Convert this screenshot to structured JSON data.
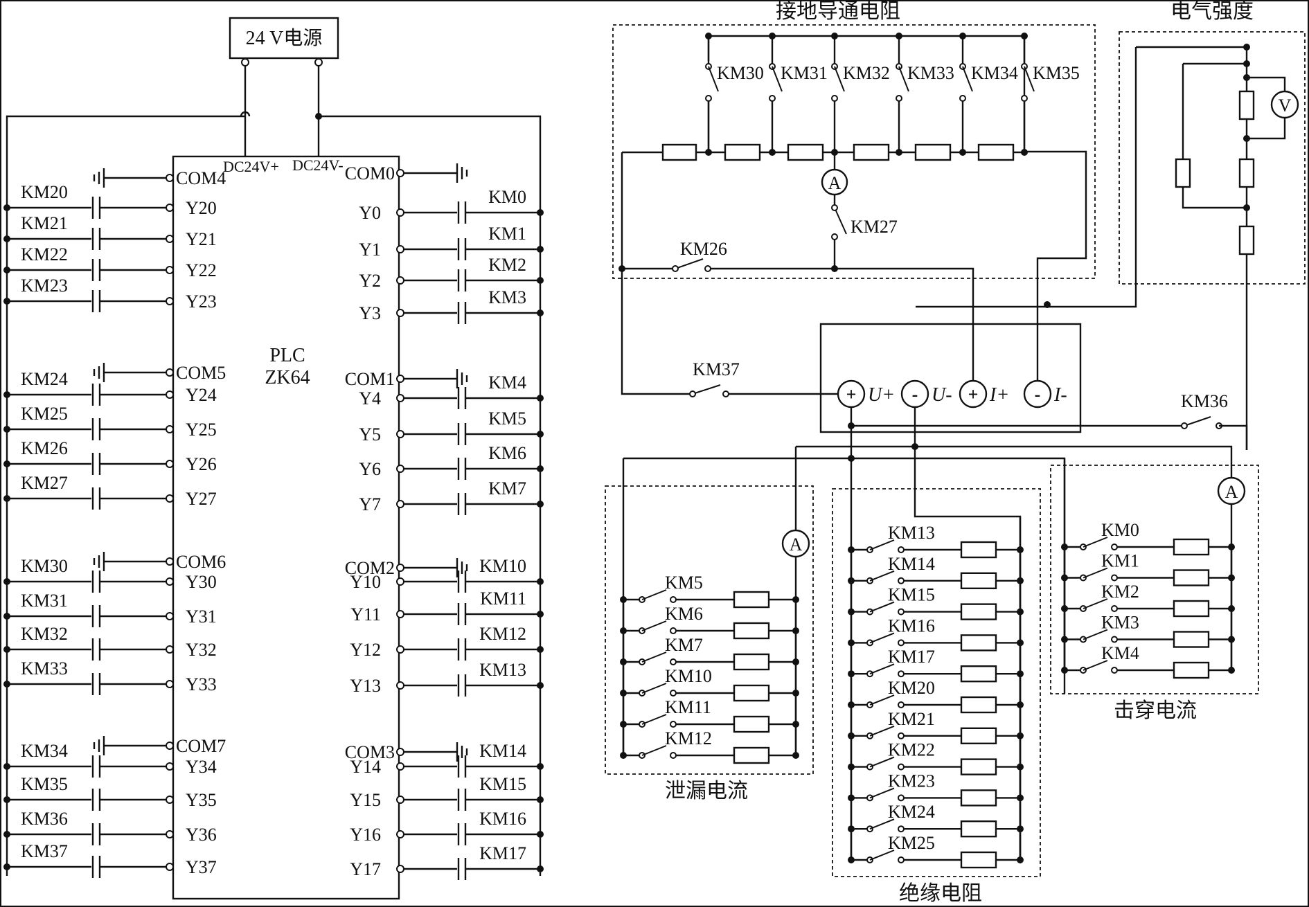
{
  "power": {
    "label": "24 V电源"
  },
  "plc": {
    "line1": "PLC",
    "line2": "ZK64",
    "dc_plus": "DC24V+",
    "dc_minus": "DC24V-",
    "left_commons": [
      "COM4",
      "COM5",
      "COM6",
      "COM7"
    ],
    "right_commons": [
      "COM0",
      "COM1",
      "COM2",
      "COM3"
    ],
    "left_groups": [
      {
        "com": "COM4",
        "ports": [
          {
            "port": "Y20",
            "relay": "KM20"
          },
          {
            "port": "Y21",
            "relay": "KM21"
          },
          {
            "port": "Y22",
            "relay": "KM22"
          },
          {
            "port": "Y23",
            "relay": "KM23"
          }
        ]
      },
      {
        "com": "COM5",
        "ports": [
          {
            "port": "Y24",
            "relay": "KM24"
          },
          {
            "port": "Y25",
            "relay": "KM25"
          },
          {
            "port": "Y26",
            "relay": "KM26"
          },
          {
            "port": "Y27",
            "relay": "KM27"
          }
        ]
      },
      {
        "com": "COM6",
        "ports": [
          {
            "port": "Y30",
            "relay": "KM30"
          },
          {
            "port": "Y31",
            "relay": "KM31"
          },
          {
            "port": "Y32",
            "relay": "KM32"
          },
          {
            "port": "Y33",
            "relay": "KM33"
          }
        ]
      },
      {
        "com": "COM7",
        "ports": [
          {
            "port": "Y34",
            "relay": "KM34"
          },
          {
            "port": "Y35",
            "relay": "KM35"
          },
          {
            "port": "Y36",
            "relay": "KM36"
          },
          {
            "port": "Y37",
            "relay": "KM37"
          }
        ]
      }
    ],
    "right_groups": [
      {
        "com": "COM0",
        "ports": [
          {
            "port": "Y0",
            "relay": "KM0"
          },
          {
            "port": "Y1",
            "relay": "KM1"
          },
          {
            "port": "Y2",
            "relay": "KM2"
          },
          {
            "port": "Y3",
            "relay": "KM3"
          }
        ]
      },
      {
        "com": "COM1",
        "ports": [
          {
            "port": "Y4",
            "relay": "KM4"
          },
          {
            "port": "Y5",
            "relay": "KM5"
          },
          {
            "port": "Y6",
            "relay": "KM6"
          },
          {
            "port": "Y7",
            "relay": "KM7"
          }
        ]
      },
      {
        "com": "COM2",
        "ports": [
          {
            "port": "Y10",
            "relay": "KM10"
          },
          {
            "port": "Y11",
            "relay": "KM11"
          },
          {
            "port": "Y12",
            "relay": "KM12"
          },
          {
            "port": "Y13",
            "relay": "KM13"
          }
        ]
      },
      {
        "com": "COM3",
        "ports": [
          {
            "port": "Y14",
            "relay": "KM14"
          },
          {
            "port": "Y15",
            "relay": "KM15"
          },
          {
            "port": "Y16",
            "relay": "KM16"
          },
          {
            "port": "Y17",
            "relay": "KM17"
          }
        ]
      }
    ]
  },
  "ground_continuity": {
    "title": "接地导通电阻",
    "switches": [
      "KM30",
      "KM31",
      "KM32",
      "KM33",
      "KM34",
      "KM35"
    ],
    "km26": "KM26",
    "km27": "KM27"
  },
  "dielectric_strength": {
    "title": "电气强度"
  },
  "instrument": {
    "terminals": [
      {
        "sign": "+",
        "label": "U+"
      },
      {
        "sign": "-",
        "label": "U-"
      },
      {
        "sign": "+",
        "label": "I+"
      },
      {
        "sign": "-",
        "label": "I-"
      }
    ],
    "km37": "KM37",
    "km36": "KM36"
  },
  "leakage_current": {
    "title": "泄漏电流",
    "switches": [
      "KM5",
      "KM6",
      "KM7",
      "KM10",
      "KM11",
      "KM12"
    ]
  },
  "insulation_resistance": {
    "title": "绝缘电阻",
    "switches": [
      "KM13",
      "KM14",
      "KM15",
      "KM16",
      "KM17",
      "KM20",
      "KM21",
      "KM22",
      "KM23",
      "KM24",
      "KM25"
    ]
  },
  "breakdown_current": {
    "title": "击穿电流",
    "switches": [
      "KM0",
      "KM1",
      "KM2",
      "KM3",
      "KM4"
    ]
  },
  "meters": {
    "ammeter": "A",
    "voltmeter": "V"
  }
}
